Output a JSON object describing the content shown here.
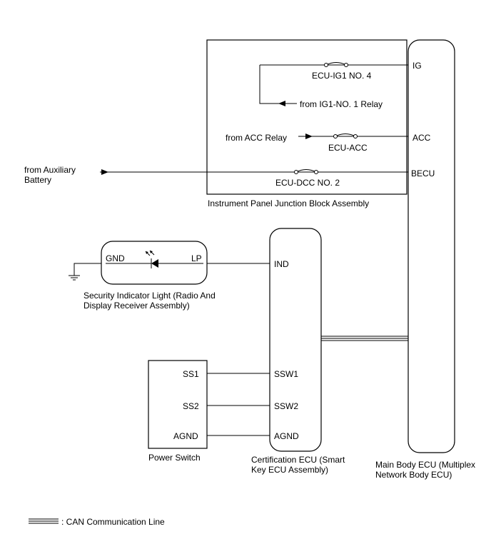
{
  "components": {
    "junction_block": "Instrument Panel Junction Block Assembly",
    "main_body_ecu_line1": "Main Body ECU (Multiplex",
    "main_body_ecu_line2": "Network Body ECU)",
    "certification_ecu_line1": "Certification ECU (Smart",
    "certification_ecu_line2": "Key ECU Assembly)",
    "security_light_line1": "Security Indicator Light (Radio And",
    "security_light_line2": "Display Receiver Assembly)",
    "power_switch": "Power Switch"
  },
  "fuses": {
    "ig1": "ECU-IG1 NO. 4",
    "acc": "ECU-ACC",
    "dcc": "ECU-DCC NO. 2"
  },
  "sources": {
    "ig1_relay": "from IG1-NO. 1 Relay",
    "acc_relay": "from ACC Relay",
    "aux_battery_line1": "from Auxiliary",
    "aux_battery_line2": "Battery"
  },
  "terminals": {
    "main_body": [
      "IG",
      "ACC",
      "BECU"
    ],
    "cert": [
      "IND",
      "SSW1",
      "SSW2",
      "AGND"
    ],
    "power_switch": [
      "SS1",
      "SS2",
      "AGND"
    ],
    "light_gnd": "GND",
    "light_lp": "LP"
  },
  "legend": {
    "can_line": ": CAN Communication Line"
  }
}
